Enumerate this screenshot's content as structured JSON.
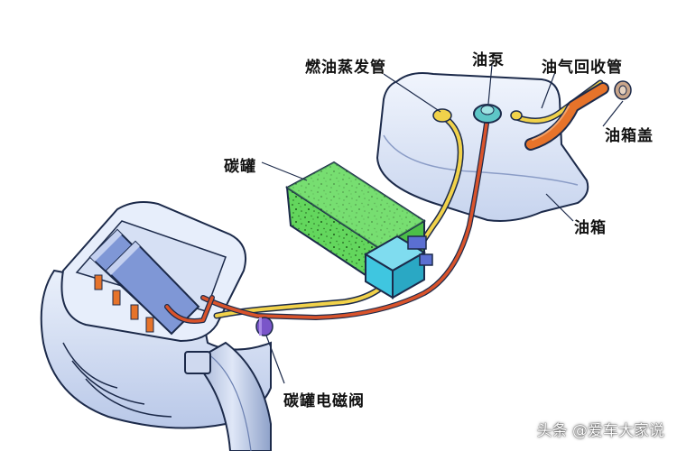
{
  "labels": {
    "vapor_pipe": "燃油蒸发管",
    "fuel_pump": "油泵",
    "vapor_return_pipe": "油气回收管",
    "carbon_canister": "碳罐",
    "fuel_cap": "油箱盖",
    "fuel_tank": "油箱",
    "canister_solenoid": "碳罐电磁阀"
  },
  "watermark": "头条 @爱车大家说",
  "colors": {
    "engine_body": "#d9e3f5",
    "tank_body": "#dfe7f7",
    "outline": "#1c2a4a",
    "canister_green": "#5fd35a",
    "solenoid_cyan": "#3fc6e0",
    "pipe_yellow": "#f1d24a",
    "pipe_red": "#d9532b",
    "pipe_orange": "#e6732a",
    "rail_blue": "#7f97d6",
    "valve_purple": "#7a55c9"
  }
}
